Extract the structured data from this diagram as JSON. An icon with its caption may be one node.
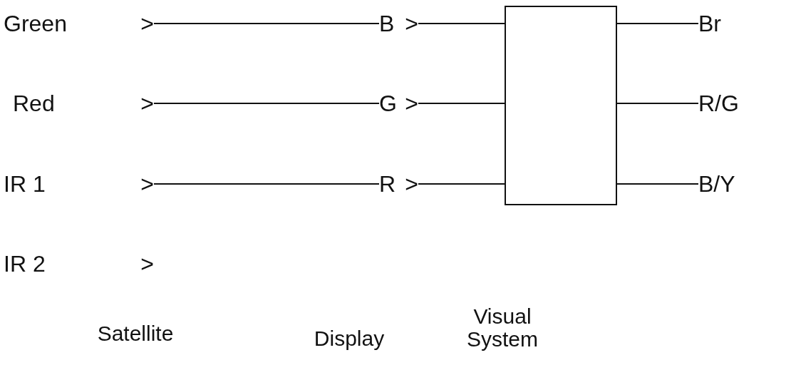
{
  "diagram": {
    "nodes": [
      {
        "text": [
          "Green",
          ">"
        ]
      },
      {
        "text": [
          "Red",
          ">"
        ]
      },
      {
        "text": [
          "IR 1",
          ">"
        ]
      },
      {
        "text": [
          "IR 2",
          ">"
        ]
      },
      {
        "text": [
          "B",
          ">"
        ]
      },
      {
        "text": [
          "G",
          ">"
        ]
      },
      {
        "text": [
          "R",
          ">"
        ]
      },
      {
        "text": [],
        "shape": "box"
      },
      {
        "text": [
          "Br"
        ]
      },
      {
        "text": [
          "R/G"
        ]
      },
      {
        "text": [
          "B/Y"
        ]
      }
    ],
    "edges": [
      {
        "from": 0,
        "to": 4,
        "arrow": "none"
      },
      {
        "from": 1,
        "to": 5,
        "arrow": "none"
      },
      {
        "from": 2,
        "to": 6,
        "arrow": "none"
      },
      {
        "from": 4,
        "to": 7,
        "arrow": "none"
      },
      {
        "from": 5,
        "to": 7,
        "arrow": "none"
      },
      {
        "from": 6,
        "to": 7,
        "arrow": "none"
      },
      {
        "from": 7,
        "to": 8,
        "arrow": "none"
      },
      {
        "from": 7,
        "to": 9,
        "arrow": "none"
      },
      {
        "from": 7,
        "to": 10,
        "arrow": "none"
      }
    ],
    "labels": [
      "Satellite",
      "Display",
      "Visual System"
    ]
  }
}
